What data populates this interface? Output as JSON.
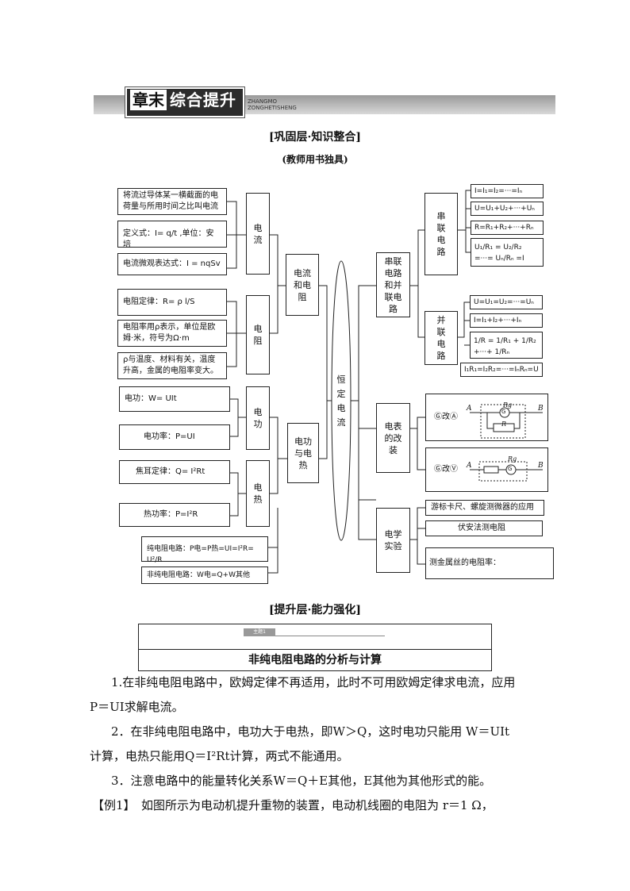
{
  "banner": {
    "title_a": "章末",
    "title_b": "综合提升",
    "pinyin_1": "ZHANGMO",
    "pinyin_2": "ZONGHETISHENG"
  },
  "section1": {
    "title": "[巩固层·知识整合]",
    "note": "(教师用书独具)"
  },
  "mindmap": {
    "center": "恒定电流",
    "left": {
      "current_def": "将流过导体某一横截面的电荷量与所用时间之比叫电流",
      "current_formula": "定义式：I= q/t ,单位：安培",
      "current_micro": "电流微观表达式：I = nqSv",
      "current": "电流",
      "ohm": "电阻定律：R= ρ l/S",
      "resistivity": "电阻率用ρ表示，单位是欧姆·米，符号为Ω·m",
      "rho_dep": "ρ与温度、材料有关，温度升高，金属的电阻率变大。",
      "resistance": "电阻",
      "group1": "电流和电阻",
      "work": "电功：W= UIt",
      "power": "电功率：P=UI",
      "work_node": "电功",
      "joule": "焦耳定律：Q= I²Rt",
      "heat_power": "热功率：P=I²R",
      "heat_node": "电热",
      "pure": "纯电阻电路：P电=P热=UI=I²R= U²/R",
      "nonpure": "非纯电阻电路：W电=Q+W其他",
      "group2": "电功与电热"
    },
    "right": {
      "group1": "串联电路和并联电路",
      "series": "串联电路",
      "s1": "I=I₁=I₂=···=Iₙ",
      "s2": "U=U₁+U₂+···+Uₙ",
      "s3": "R=R₁+R₂+···+Rₙ",
      "s4": "U₁/R₁ = U₂/R₂ =···= Uₙ/Rₙ =I",
      "parallel": "并联电路",
      "p1": "U=U₁=U₂=···=Uₙ",
      "p2": "I=I₁+I₂+···+Iₙ",
      "p3": "1/R = 1/R₁ + 1/R₂ +···+ 1/Rₙ",
      "p4": "I₁R₁=I₂R₂=···=IₙRₙ=U",
      "meter": "电表的改装",
      "m1": "Ⓖ改Ⓐ",
      "m2": "Ⓖ改Ⓥ",
      "lab": "电学实验",
      "l1": "游标卡尺、螺旋测微器的应用",
      "l2": "伏安法测电阻",
      "l3": "测金属丝的电阻率："
    },
    "circuit": {
      "a": "A",
      "b": "B",
      "rg": "Rg",
      "g": "G",
      "r": "R"
    }
  },
  "section2": {
    "title": "[提升层·能力强化]"
  },
  "topic": {
    "tag": "主题1",
    "title": "非纯电阻电路的分析与计算"
  },
  "body": {
    "p1": "1.在非纯电阻电路中，欧姆定律不再适用，此时不可用欧姆定律求电流，应用",
    "p1b": "P＝UI求解电流。",
    "p2": "2．在非纯电阻电路中，电功大于电热，即W＞Q，这时电功只能用 W＝UIt",
    "p2b": "计算，电热只能用Q＝I²Rt计算，两式不能通用。",
    "p3": "3．注意电路中的能量转化关系W＝Q＋E其他，E其他为其他形式的能。",
    "p4": "【例1】　如图所示为电动机提升重物的装置，电动机线圈的电阻为 r＝1 Ω，"
  }
}
